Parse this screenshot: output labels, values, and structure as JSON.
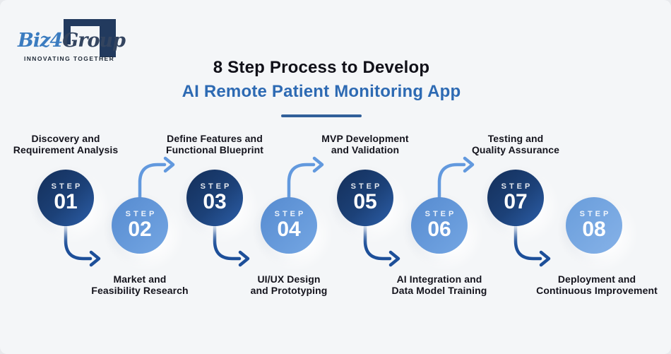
{
  "logo": {
    "brand_left": "Biz4",
    "brand_right": "Group",
    "tagline": "INNOVATING TOGETHER"
  },
  "title": {
    "line1": "8 Step Process to Develop",
    "line2": "AI Remote Patient Monitoring App"
  },
  "steps": [
    {
      "step_word": "STEP",
      "num": "01",
      "label_line1": "Discovery and",
      "label_line2": "Requirement Analysis",
      "label_position": "above",
      "variant": "dark"
    },
    {
      "step_word": "STEP",
      "num": "02",
      "label_line1": "Market and",
      "label_line2": "Feasibility Research",
      "label_position": "below",
      "variant": "light"
    },
    {
      "step_word": "STEP",
      "num": "03",
      "label_line1": "Define Features and",
      "label_line2": "Functional Blueprint",
      "label_position": "above",
      "variant": "dark"
    },
    {
      "step_word": "STEP",
      "num": "04",
      "label_line1": "UI/UX Design",
      "label_line2": "and Prototyping",
      "label_position": "below",
      "variant": "light"
    },
    {
      "step_word": "STEP",
      "num": "05",
      "label_line1": "MVP Development",
      "label_line2": "and Validation",
      "label_position": "above",
      "variant": "dark"
    },
    {
      "step_word": "STEP",
      "num": "06",
      "label_line1": "AI Integration and",
      "label_line2": "Data Model Training",
      "label_position": "below",
      "variant": "light"
    },
    {
      "step_word": "STEP",
      "num": "07",
      "label_line1": "Testing and",
      "label_line2": "Quality Assurance",
      "label_position": "above",
      "variant": "dark"
    },
    {
      "step_word": "STEP",
      "num": "08",
      "label_line1": "Deployment and",
      "label_line2": "Continuous Improvement",
      "label_position": "below",
      "variant": "light"
    }
  ],
  "colors": {
    "background": "#f4f6f8",
    "title_accent": "#2d6ab3",
    "title_underline": "#31609a",
    "dark_circle_gradient": [
      "#142f5a",
      "#2d5fa9"
    ],
    "light_circle_gradient": [
      "#568bd0",
      "#74a6e3"
    ],
    "dark_arrow": "#1d4f99",
    "light_arrow": "#6299de",
    "label_text": "#14141d",
    "logo_blue": "#3b7cc0",
    "logo_navy": "#33445f"
  }
}
